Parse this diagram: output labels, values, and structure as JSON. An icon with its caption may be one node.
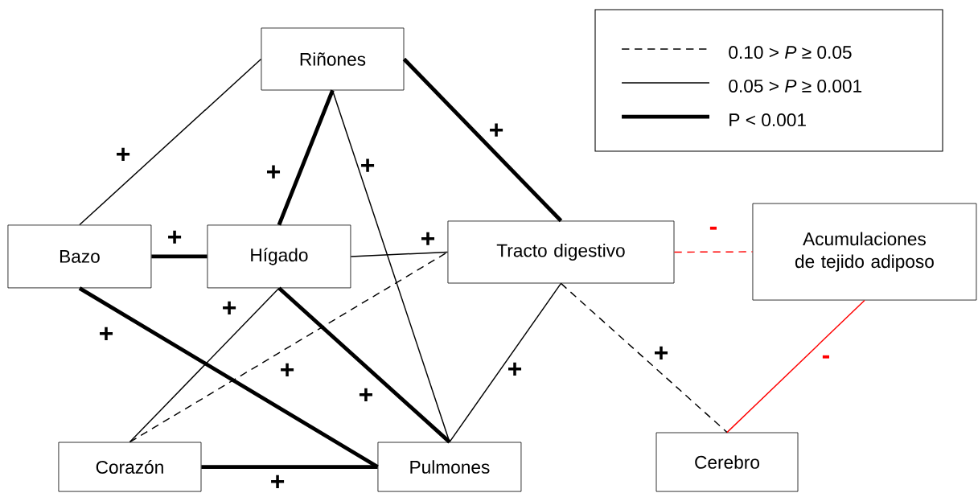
{
  "diagram": {
    "nodes": [
      {
        "text": [
          "Riñones"
        ]
      },
      {
        "text": [
          "Bazo"
        ]
      },
      {
        "text": [
          "Hígado"
        ]
      },
      {
        "text": [
          "Tracto digestivo"
        ]
      },
      {
        "text": [
          "Acumulaciones de tejido adiposo"
        ]
      },
      {
        "text": [
          "Corazón"
        ]
      },
      {
        "text": [
          "Pulmones"
        ]
      },
      {
        "text": [
          "Cerebro"
        ]
      }
    ],
    "edges": [
      {
        "from": 0,
        "to": 1,
        "arrow": "none",
        "label": "+"
      },
      {
        "from": 0,
        "to": 3,
        "arrow": "none",
        "label": "+",
        "style": "thick"
      },
      {
        "from": 0,
        "to": 2,
        "arrow": "none",
        "label": "+",
        "style": "thick"
      },
      {
        "from": 0,
        "to": 6,
        "arrow": "none",
        "label": "+"
      },
      {
        "from": 1,
        "to": 2,
        "arrow": "none",
        "label": "+",
        "style": "thick"
      },
      {
        "from": 2,
        "to": 3,
        "arrow": "none",
        "label": "+"
      },
      {
        "from": 1,
        "to": 6,
        "arrow": "none",
        "label": "+",
        "style": "thick"
      },
      {
        "from": 2,
        "to": 5,
        "arrow": "none",
        "label": "+"
      },
      {
        "from": 2,
        "to": 6,
        "arrow": "none",
        "label": "+",
        "style": "thick"
      },
      {
        "from": 5,
        "to": 3,
        "arrow": "none",
        "label": "+",
        "style": "dashed"
      },
      {
        "from": 3,
        "to": 6,
        "arrow": "none",
        "label": "+"
      },
      {
        "from": 3,
        "to": 7,
        "arrow": "none",
        "label": "+",
        "style": "dashed"
      },
      {
        "from": 3,
        "to": 4,
        "arrow": "none",
        "label": "-",
        "style": "dashed",
        "color": "#ff0000"
      },
      {
        "from": 4,
        "to": 7,
        "arrow": "none",
        "label": "-",
        "color": "#ff0000"
      },
      {
        "from": 5,
        "to": 6,
        "arrow": "none",
        "label": "+",
        "style": "thick"
      }
    ],
    "legend": [
      {
        "text": "0.10 > *P* ≥ 0.05"
      },
      {
        "text": "0.05 > *P* ≥ 0.001"
      },
      {
        "text": "P < 0.001"
      }
    ]
  }
}
